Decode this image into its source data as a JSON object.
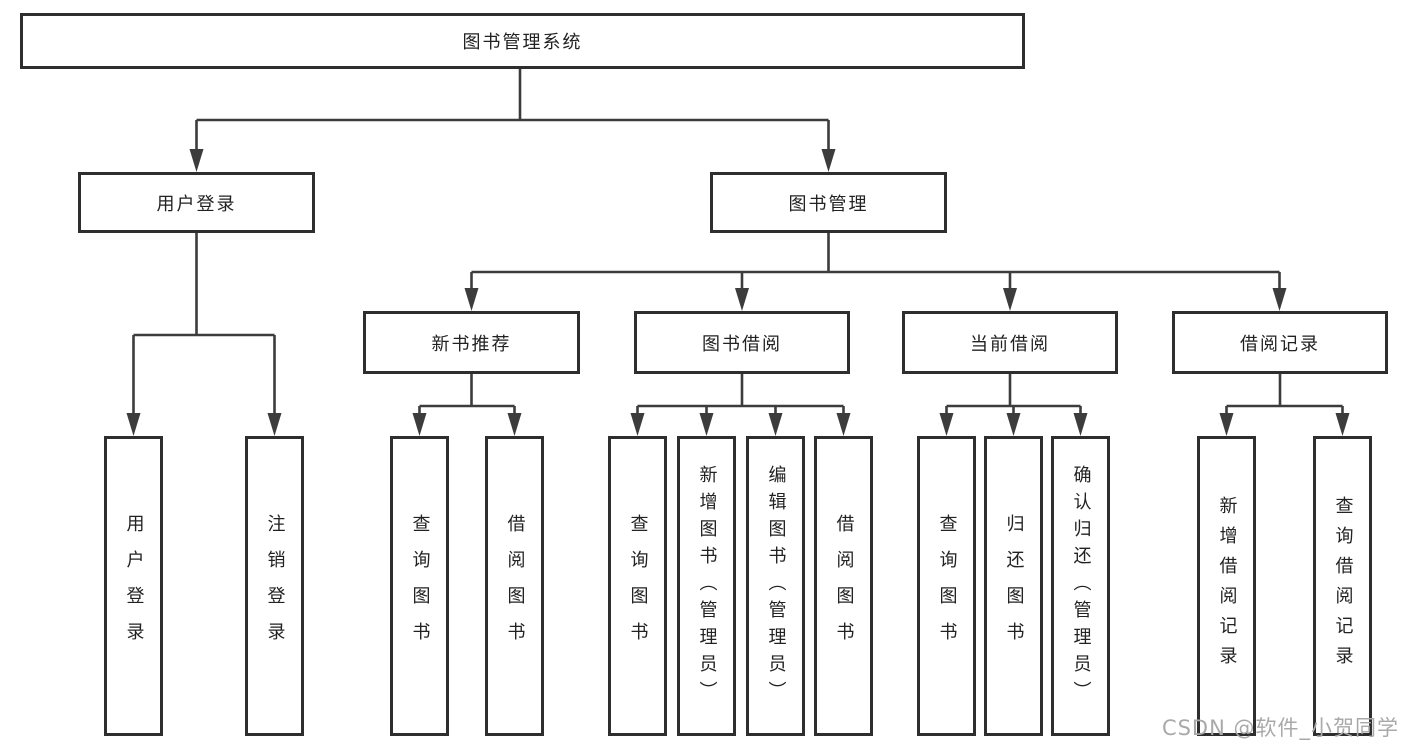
{
  "diagram": {
    "type": "hierarchy-flowchart",
    "background": "#ffffff",
    "line_color": "#3c3c3c",
    "border_color": "#2e2e2e",
    "text_color": "#222222",
    "watermark_color": "#a9a9a9"
  },
  "tree": {
    "label": "图书管理系统",
    "children": [
      {
        "label": "用户登录",
        "children": [
          {
            "label": "用户登录"
          },
          {
            "label": "注销登录"
          }
        ]
      },
      {
        "label": "图书管理",
        "children": [
          {
            "label": "新书推荐",
            "children": [
              {
                "label": "查询图书"
              },
              {
                "label": "借阅图书"
              }
            ]
          },
          {
            "label": "图书借阅",
            "children": [
              {
                "label": "查询图书"
              },
              {
                "label": "新增图书（管理员）"
              },
              {
                "label": "编辑图书（管理员）"
              },
              {
                "label": "借阅图书"
              }
            ]
          },
          {
            "label": "当前借阅",
            "children": [
              {
                "label": "查询图书"
              },
              {
                "label": "归还图书"
              },
              {
                "label": "确认归还（管理员）"
              }
            ]
          },
          {
            "label": "借阅记录",
            "children": [
              {
                "label": "新增借阅记录"
              },
              {
                "label": "查询借阅记录"
              }
            ]
          }
        ]
      }
    ]
  },
  "watermark": {
    "text": "CSDN @软件_小贺同学"
  }
}
